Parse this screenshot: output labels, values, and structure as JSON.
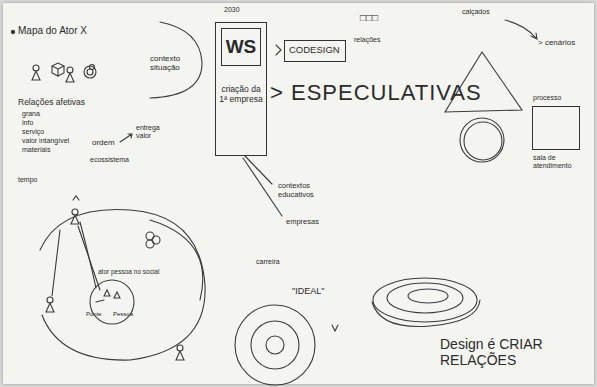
{
  "diagram": {
    "nodes": [
      {
        "text": [
          "criação da 1ª empresa"
        ]
      },
      {
        "text": [
          "WS"
        ],
        "in": 0
      },
      {
        "text": [
          "CODESIGN"
        ]
      },
      {
        "text": [
          "processo",
          "sala de atendimento"
        ]
      }
    ],
    "labels": [
      "Mapa do Ator X",
      "contexto situação",
      "Relações afetivas",
      "grana",
      "info",
      "serviço",
      "valor intangível",
      "materiais",
      "ordem",
      "entrega valor",
      "ecossistema",
      "tempo",
      "ator pessoa no social",
      "Ponte",
      "Pessoa",
      "2030",
      "□□□",
      "relações",
      "> ESPECULATIVAS",
      "contextos educativos",
      "empresas",
      "carreira",
      "\"IDEAL\"",
      "Design é CRIAR RELAÇÕES",
      "calçados",
      "> cenários"
    ]
  }
}
